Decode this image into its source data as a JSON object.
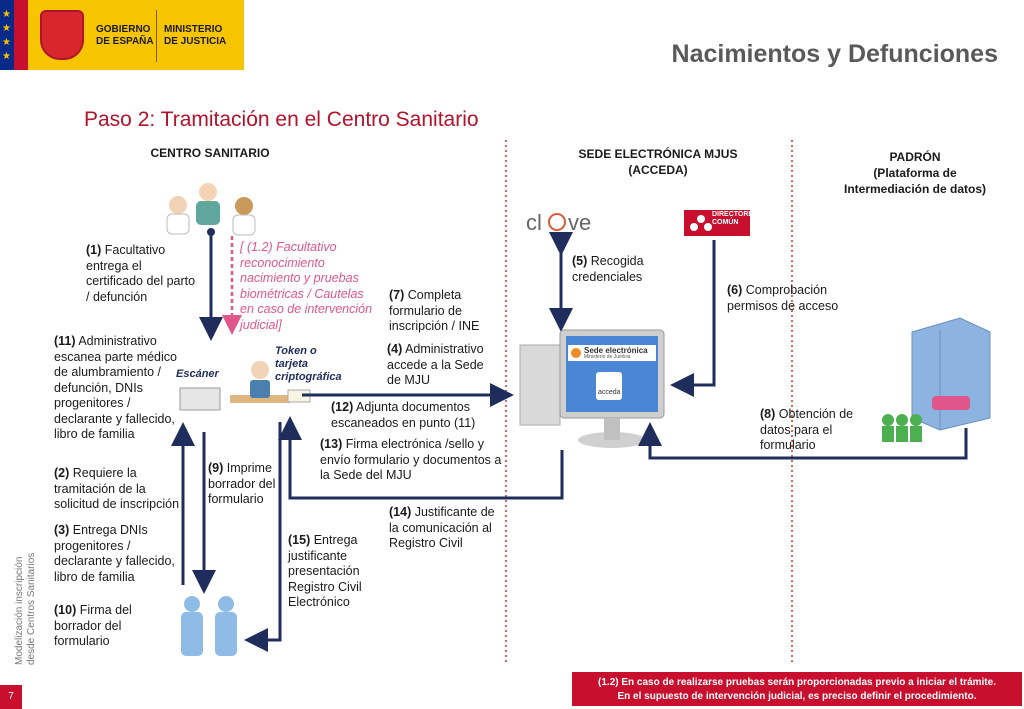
{
  "header": {
    "logo_line1": "GOBIERNO",
    "logo_line2": "DE ESPAÑA",
    "ministry_line1": "MINISTERIO",
    "ministry_line2": "DE JUSTICIA",
    "title": "Nacimientos y Defunciones"
  },
  "step_title": "Paso 2: Tramitación en el Centro Sanitario",
  "columns": {
    "centro": "CENTRO SANITARIO",
    "sede_line1": "SEDE ELECTRÓNICA MJUS",
    "sede_line2": "(ACCEDA)",
    "padron_line1": "PADRÓN",
    "padron_line2": "(Plataforma de",
    "padron_line3": "Intermediación de datos)"
  },
  "labels": {
    "escaner": "Escáner",
    "token": "Token o\ntarjeta\ncriptográfica",
    "clave": "cl@ve",
    "directorio": "DIRECTORIO COMÚN",
    "sede_screen": "Sede electrónica",
    "sede_screen_sub": "Ministerio de Justicia",
    "acceda": "acceda"
  },
  "steps": {
    "s1_num": "(1)",
    "s1": "Facultativo entrega el certificado del parto / defunción",
    "s12_num": "[ (1.2)",
    "s12": "Facultativo reconocimiento nacimiento y pruebas biométricas  / Cautelas en caso de intervención judicial]",
    "s11_num": "(11)",
    "s11": "Administrativo escanea parte médico de alumbramiento / defunción, DNIs progenitores / declarante y fallecido, libro de familia",
    "s2_num": "(2)",
    "s2": "Requiere la tramitación de  la solicitud de inscripción",
    "s3_num": "(3)",
    "s3": "Entrega DNIs progenitores / declarante y fallecido, libro de familia",
    "s10_num": "(10)",
    "s10": "Firma del borrador del formulario",
    "s9_num": "(9)",
    "s9": "Imprime borrador del formulario",
    "s15_num": "(15)",
    "s15": "Entrega justificante presentación Registro Civil Electrónico",
    "s7_num": "(7)",
    "s7": "Completa formulario de inscripción / INE",
    "s4_num": "(4)",
    "s4": "Administrativo accede a la Sede de MJU",
    "s12b_num": "(12)",
    "s12b": "Adjunta documentos escaneados en punto (11)",
    "s13_num": "(13)",
    "s13": "Firma electrónica /sello  y envío formulario y documentos a la Sede del MJU",
    "s14_num": "(14)",
    "s14": "Justificante de la comunicación al Registro Civil",
    "s5_num": "(5)",
    "s5": "Recogida credenciales",
    "s6_num": "(6)",
    "s6": "Comprobación permisos de acceso",
    "s8_num": "(8)",
    "s8": "Obtención de datos para el formulario"
  },
  "footnote_line1": "(1.2) En caso de realizarse pruebas serán proporcionadas previo a iniciar el trámite.",
  "footnote_line2": "En el supuesto de intervención judicial, es preciso definir el procedimiento.",
  "side_label": "Modelización inscripción desde Centros Sanitarios",
  "page_number": "7",
  "colors": {
    "brand_yellow": "#f6c500",
    "brand_red": "#c8102e",
    "arrow_navy": "#1f2d5c",
    "accent_pink": "#e0568a",
    "divider_red": "#d0312d"
  }
}
